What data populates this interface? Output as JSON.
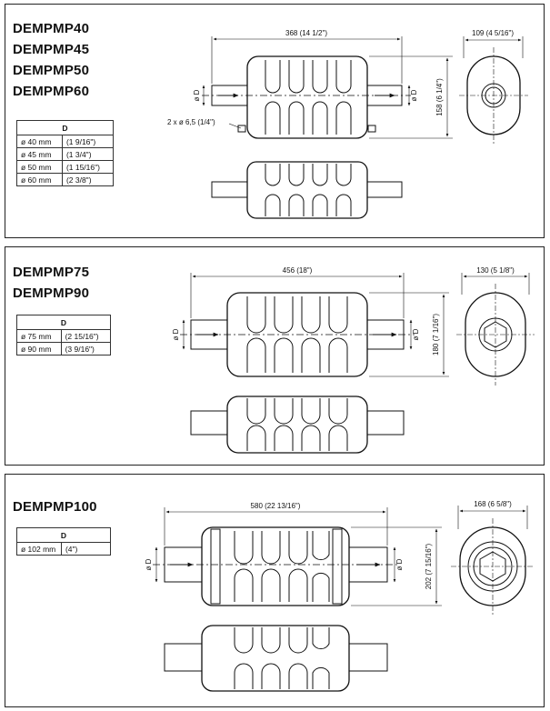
{
  "panels": [
    {
      "models": [
        "DEMPMP40",
        "DEMPMP45",
        "DEMPMP50",
        "DEMPMP60"
      ],
      "table": {
        "header": "D",
        "rows": [
          {
            "metric": "ø 40 mm",
            "imperial": "(1 9/16\")"
          },
          {
            "metric": "ø 45 mm",
            "imperial": "(1 3/4\")"
          },
          {
            "metric": "ø 50 mm",
            "imperial": "(1 15/16\")"
          },
          {
            "metric": "ø 60 mm",
            "imperial": "(2 3/8\")"
          }
        ]
      },
      "dims": {
        "length": "368 (14 1/2\")",
        "height": "158 (6 1/4\")",
        "width": "109 (4 5/16\")",
        "holes": "2 x ø 6,5 (1/4\")",
        "diameter": "ø D"
      }
    },
    {
      "models": [
        "DEMPMP75",
        "DEMPMP90"
      ],
      "table": {
        "header": "D",
        "rows": [
          {
            "metric": "ø 75 mm",
            "imperial": "(2 15/16\")"
          },
          {
            "metric": "ø 90 mm",
            "imperial": "(3 9/16\")"
          }
        ]
      },
      "dims": {
        "length": "456 (18\")",
        "height": "180 (7 1/16\")",
        "width": "130 (5 1/8\")",
        "diameter": "ø D"
      }
    },
    {
      "models": [
        "DEMPMP100"
      ],
      "table": {
        "header": "D",
        "rows": [
          {
            "metric": "ø 102 mm",
            "imperial": "(4\")"
          }
        ]
      },
      "dims": {
        "length": "580 (22 13/16\")",
        "height": "202 (7 15/16\")",
        "width": "168 (6 5/8\")",
        "diameter": "ø D"
      }
    }
  ]
}
